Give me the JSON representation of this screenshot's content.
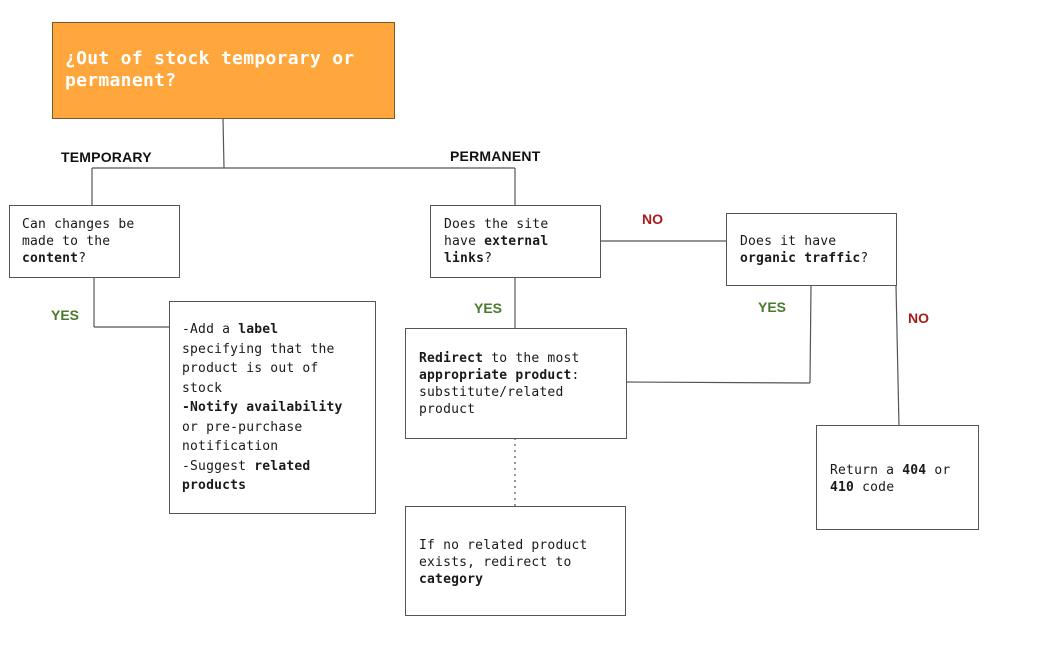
{
  "title": "¿Out of stock temporary or permanent?",
  "branches": {
    "temporary": "TEMPORARY",
    "permanent": "PERMANENT"
  },
  "content_question": {
    "line1": "Can changes be",
    "line2": "made to the",
    "bold": "content",
    "suffix": "?"
  },
  "links_question": {
    "line1": "Does the site",
    "line2_prefix": "have ",
    "line2_bold": "external",
    "line3_bold": "links",
    "line3_suffix": "?"
  },
  "traffic_question": {
    "line1": "Does it have",
    "bold": "organic traffic",
    "suffix": "?"
  },
  "temporary_actions": {
    "a1": "-Add a ",
    "a1_bold": "label",
    "a2": "specifying that the",
    "a3": "product is out of",
    "a4": "stock",
    "b1_bold": "-Notify availability",
    "b2": "or pre-purchase",
    "b3": "notification",
    "c1": "-Suggest ",
    "c1_bold": "related",
    "c2_bold": "products"
  },
  "redirect_box": {
    "l1_bold": "Redirect",
    "l1": " to the most",
    "l2_bold": "appropriate product",
    "l2": ":",
    "l3": "substitute/related",
    "l4": "product"
  },
  "category_box": {
    "l1": "If no related product",
    "l2": "exists, redirect to",
    "l3_bold": "category"
  },
  "return_box": {
    "l1": "Return a ",
    "l1_bold": "404",
    "l1_end": " or",
    "l2_bold": "410",
    "l2": " code"
  },
  "labels": {
    "yes": "YES",
    "no": "NO"
  },
  "colors": {
    "title_bg": "#ffa73d",
    "yes": "#4a7a2c",
    "no": "#a51c1c",
    "stroke": "#555555"
  }
}
